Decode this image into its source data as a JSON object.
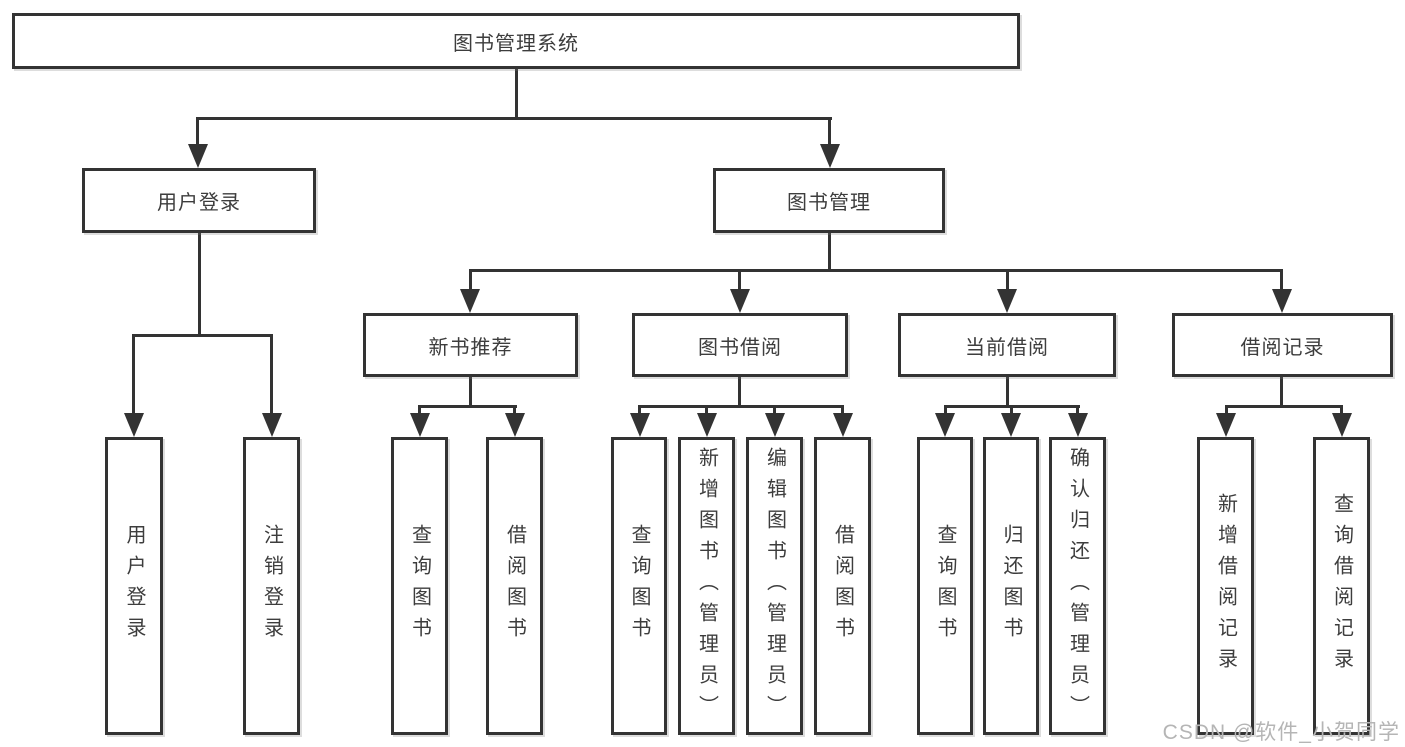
{
  "tree": {
    "root": "图书管理系统",
    "user_login": {
      "label": "用户登录",
      "children": [
        "用户登录",
        "注销登录"
      ]
    },
    "book_mgmt": {
      "label": "图书管理",
      "sections": [
        {
          "label": "新书推荐",
          "children": [
            "查询图书",
            "借阅图书"
          ]
        },
        {
          "label": "图书借阅",
          "children": [
            "查询图书",
            "新增图书（管理员）",
            "编辑图书（管理员）",
            "借阅图书"
          ]
        },
        {
          "label": "当前借阅",
          "children": [
            "查询图书",
            "归还图书",
            "确认归还（管理员）"
          ]
        },
        {
          "label": "借阅记录",
          "children": [
            "新增借阅记录",
            "查询借阅记录"
          ]
        }
      ]
    }
  },
  "watermark": "CSDN @软件_小贺同学",
  "colors": {
    "line": "#333333",
    "box_background": "#ffffff",
    "text": "#3d3d3d",
    "watermark": "#b5b5b5"
  }
}
